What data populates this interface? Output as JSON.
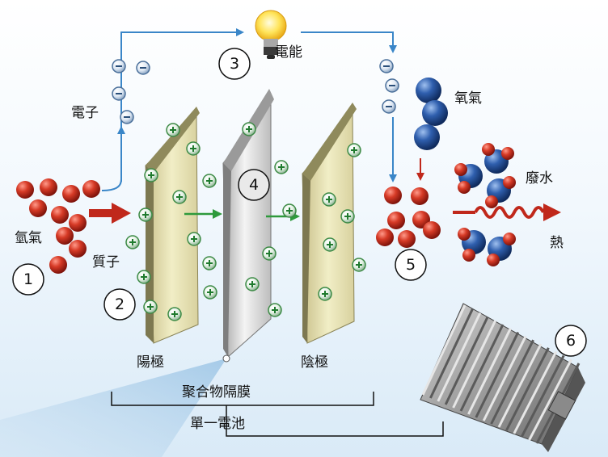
{
  "labels": {
    "electricity": "電能",
    "electron": "電子",
    "oxygen": "氧氣",
    "hydrogen": "氫氣",
    "proton": "質子",
    "waste_water": "廢水",
    "heat": "熱",
    "anode": "陽極",
    "cathode": "陰極",
    "membrane": "聚合物隔膜",
    "single_cell": "單一電池"
  },
  "markers": [
    "1",
    "2",
    "3",
    "4",
    "5",
    "6"
  ],
  "colors": {
    "hydrogen_atom": "#c62d1f",
    "oxygen_atom": "#23549c",
    "electron": "#5a7fa8",
    "proton": "#2a8a3c",
    "flow_arrow_blue": "#3a86c8",
    "flow_arrow_green": "#2e9a3c",
    "reaction_arrow_red": "#c0281b",
    "electrode_face": "#ece9b8",
    "membrane_face": "#d9d9d9"
  }
}
